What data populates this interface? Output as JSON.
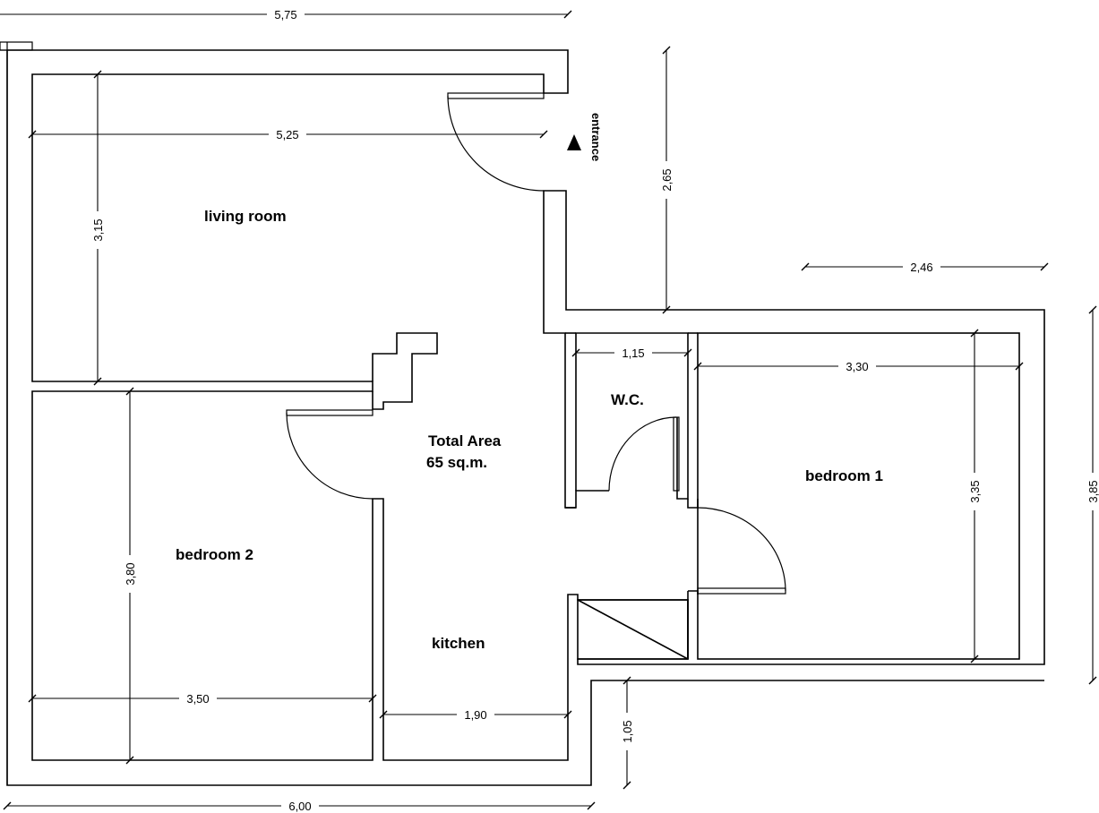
{
  "rooms": {
    "living_room": "living room",
    "bedroom_2": "bedroom 2",
    "bedroom_1": "bedroom 1",
    "wc": "W.C.",
    "kitchen": "kitchen",
    "total_area_line1": "Total Area",
    "total_area_line2": "65 sq.m.",
    "entrance": "entrance"
  },
  "dimensions": {
    "top_overall": "5,75",
    "living_width": "5,25",
    "living_height": "3,15",
    "entrance_height": "2,65",
    "bedroom1_top": "2,46",
    "wc_width": "1,15",
    "bedroom1_width": "3,30",
    "bedroom1_height": "3,35",
    "right_overall": "3,85",
    "bedroom2_height": "3,80",
    "bedroom2_width": "3,50",
    "kitchen_width": "1,90",
    "bottom_step": "1,05",
    "bottom_overall": "6,00"
  }
}
